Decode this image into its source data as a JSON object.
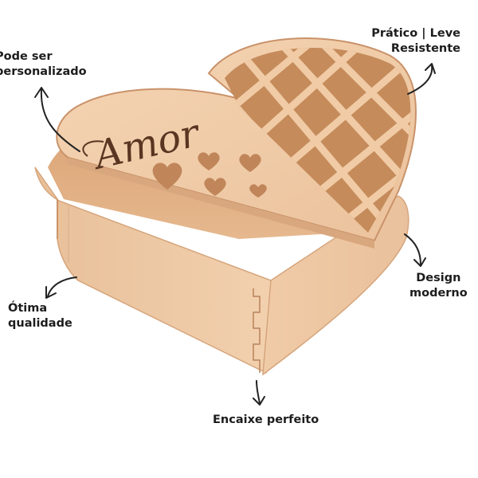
{
  "image": {
    "background": "#ffffff",
    "product": "heart-shaped wooden box",
    "wood_colors": {
      "light": "#f3d1b0",
      "mid": "#e7bc95",
      "dark": "#c98f63",
      "engraving": "#5a3522"
    }
  },
  "engraving": {
    "word": "Amor"
  },
  "callouts": {
    "personalizado": {
      "line1": "Pode ser",
      "line2": "personalizado"
    },
    "pratico": {
      "line1": "Prático | Leve",
      "line2": "Resistente"
    },
    "design": {
      "line1": "Design",
      "line2": "moderno"
    },
    "otima": {
      "line1": "Ótima",
      "line2": "qualidade"
    },
    "encaixe": {
      "line1": "Encaixe perfeito"
    }
  }
}
